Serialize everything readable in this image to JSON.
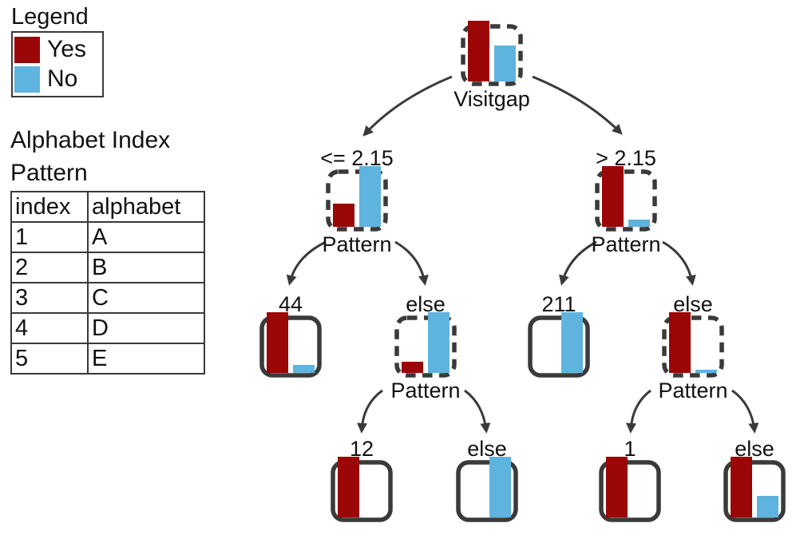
{
  "legend": {
    "title": "Legend",
    "items": [
      {
        "label": "Yes",
        "color": "#9B0606"
      },
      {
        "label": "No",
        "color": "#5FB3DF"
      }
    ]
  },
  "alphabet_index": {
    "title_line1": "Alphabet Index",
    "title_line2": "Pattern",
    "headers": [
      "index",
      "alphabet"
    ],
    "rows": [
      {
        "index": "1",
        "alphabet": "A"
      },
      {
        "index": "2",
        "alphabet": "B"
      },
      {
        "index": "3",
        "alphabet": "C"
      },
      {
        "index": "4",
        "alphabet": "D"
      },
      {
        "index": "5",
        "alphabet": "E"
      }
    ]
  },
  "tree": {
    "colors": {
      "yes": "#9B0606",
      "no": "#5FB3DF",
      "border": "#3a3a3a"
    },
    "split_feature": "Visitgap",
    "nodes": [
      {
        "id": "root",
        "edge_label": "",
        "node_label": "Visitgap",
        "border": "dashed",
        "yes": 1.0,
        "no": 0.63
      },
      {
        "id": "visitgap-le-215",
        "edge_label": "<= 2.15",
        "node_label": "Pattern",
        "border": "dashed",
        "yes": 0.4,
        "no": 1.0
      },
      {
        "id": "visitgap-gt-215",
        "edge_label": "> 2.15",
        "node_label": "Pattern",
        "border": "dashed",
        "yes": 1.0,
        "no": 0.12
      },
      {
        "id": "leaf-44",
        "edge_label": "44",
        "node_label": "",
        "border": "solid",
        "yes": 1.0,
        "no": 0.14
      },
      {
        "id": "pattern-else-left",
        "edge_label": "else",
        "node_label": "Pattern",
        "border": "dashed",
        "yes": 0.2,
        "no": 1.0
      },
      {
        "id": "leaf-211",
        "edge_label": "211",
        "node_label": "",
        "border": "solid",
        "yes": 0,
        "no": 1.0
      },
      {
        "id": "pattern-else-right",
        "edge_label": "else",
        "node_label": "Pattern",
        "border": "dashed",
        "yes": 1.0,
        "no": 0.06
      },
      {
        "id": "leaf-12",
        "edge_label": "12",
        "node_label": "",
        "border": "solid",
        "yes": 1.0,
        "no": 0
      },
      {
        "id": "leaf-else-ll",
        "edge_label": "else",
        "node_label": "",
        "border": "solid",
        "yes": 0,
        "no": 1.0
      },
      {
        "id": "leaf-1",
        "edge_label": "1",
        "node_label": "",
        "border": "solid",
        "yes": 1.0,
        "no": 0
      },
      {
        "id": "leaf-else-rr",
        "edge_label": "else",
        "node_label": "",
        "border": "solid",
        "yes": 1.0,
        "no": 0.37
      }
    ]
  }
}
